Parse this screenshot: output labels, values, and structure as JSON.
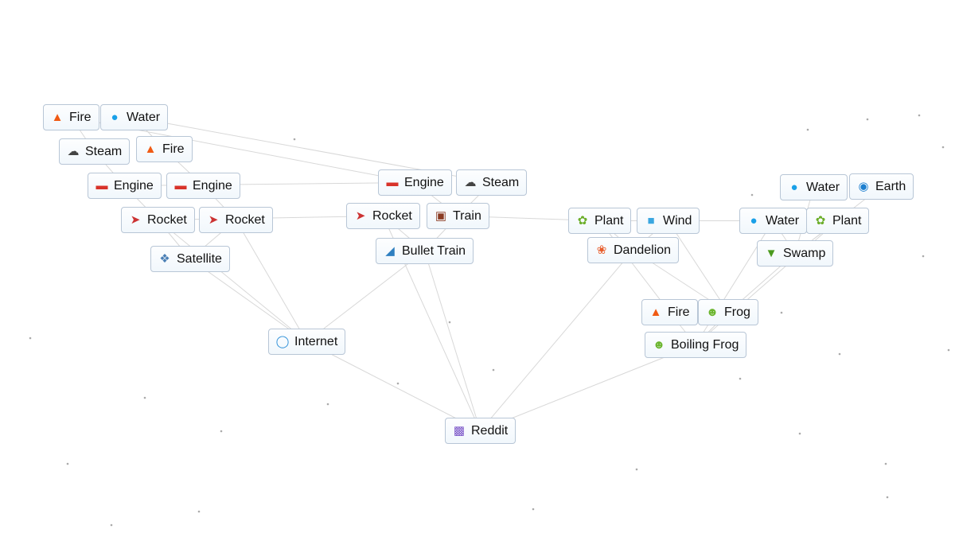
{
  "tiles": [
    {
      "label": "Fire",
      "icon": "fire-icon"
    },
    {
      "label": "Water",
      "icon": "water-drop-icon"
    },
    {
      "label": "Steam",
      "icon": "steam-icon"
    },
    {
      "label": "Fire",
      "icon": "fire-icon"
    },
    {
      "label": "Engine",
      "icon": "car-icon"
    },
    {
      "label": "Engine",
      "icon": "car-icon"
    },
    {
      "label": "Rocket",
      "icon": "rocket-icon"
    },
    {
      "label": "Rocket",
      "icon": "rocket-icon"
    },
    {
      "label": "Satellite",
      "icon": "satellite-icon"
    },
    {
      "label": "Internet",
      "icon": "globe-icon"
    },
    {
      "label": "Engine",
      "icon": "car-icon"
    },
    {
      "label": "Steam",
      "icon": "steam-icon"
    },
    {
      "label": "Rocket",
      "icon": "rocket-icon"
    },
    {
      "label": "Train",
      "icon": "train-icon"
    },
    {
      "label": "Bullet Train",
      "icon": "bullet-train-icon"
    },
    {
      "label": "Plant",
      "icon": "seedling-icon"
    },
    {
      "label": "Wind",
      "icon": "wind-icon"
    },
    {
      "label": "Dandelion",
      "icon": "flower-icon"
    },
    {
      "label": "Water",
      "icon": "water-drop-icon"
    },
    {
      "label": "Earth",
      "icon": "earth-icon"
    },
    {
      "label": "Water",
      "icon": "water-drop-icon"
    },
    {
      "label": "Plant",
      "icon": "seedling-icon"
    },
    {
      "label": "Swamp",
      "icon": "crocodile-icon"
    },
    {
      "label": "Fire",
      "icon": "fire-icon"
    },
    {
      "label": "Frog",
      "icon": "frog-icon"
    },
    {
      "label": "Boiling Frog",
      "icon": "frog-icon"
    },
    {
      "label": "Reddit",
      "icon": "alien-icon"
    }
  ]
}
